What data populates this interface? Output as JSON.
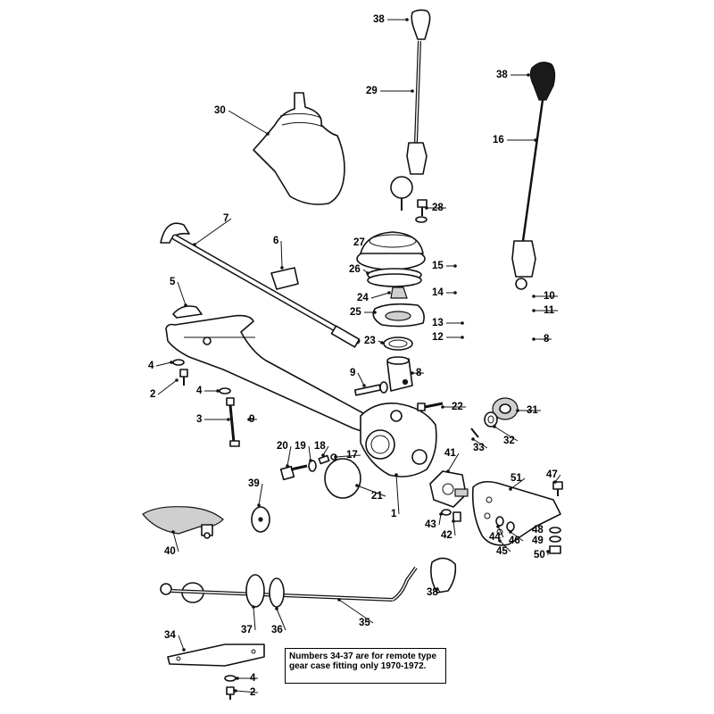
{
  "diagram": {
    "callouts": [
      {
        "id": "c38a",
        "text": "38"
      },
      {
        "id": "c38b",
        "text": "38"
      },
      {
        "id": "c29",
        "text": "29"
      },
      {
        "id": "c16",
        "text": "16"
      },
      {
        "id": "c30",
        "text": "30"
      },
      {
        "id": "c28",
        "text": "28"
      },
      {
        "id": "c7",
        "text": "7"
      },
      {
        "id": "c6",
        "text": "6"
      },
      {
        "id": "c27",
        "text": "27"
      },
      {
        "id": "c15",
        "text": "15"
      },
      {
        "id": "c26",
        "text": "26"
      },
      {
        "id": "c14",
        "text": "14"
      },
      {
        "id": "c10",
        "text": "10"
      },
      {
        "id": "c5",
        "text": "5"
      },
      {
        "id": "c24",
        "text": "24"
      },
      {
        "id": "c11",
        "text": "11"
      },
      {
        "id": "c25",
        "text": "25"
      },
      {
        "id": "c13",
        "text": "13"
      },
      {
        "id": "c12",
        "text": "12"
      },
      {
        "id": "c8a",
        "text": "8"
      },
      {
        "id": "c23",
        "text": "23"
      },
      {
        "id": "c4a",
        "text": "4"
      },
      {
        "id": "c9a",
        "text": "9"
      },
      {
        "id": "c8b",
        "text": "8"
      },
      {
        "id": "c2a",
        "text": "2"
      },
      {
        "id": "c4b",
        "text": "4"
      },
      {
        "id": "c22",
        "text": "22"
      },
      {
        "id": "c31",
        "text": "31"
      },
      {
        "id": "c3",
        "text": "3"
      },
      {
        "id": "c9b",
        "text": "9"
      },
      {
        "id": "c33",
        "text": "33"
      },
      {
        "id": "c32",
        "text": "32"
      },
      {
        "id": "c20",
        "text": "20"
      },
      {
        "id": "c19",
        "text": "19"
      },
      {
        "id": "c18",
        "text": "18"
      },
      {
        "id": "c17",
        "text": "17"
      },
      {
        "id": "c41",
        "text": "41"
      },
      {
        "id": "c51",
        "text": "51"
      },
      {
        "id": "c47",
        "text": "47"
      },
      {
        "id": "c39",
        "text": "39"
      },
      {
        "id": "c21",
        "text": "21"
      },
      {
        "id": "c1",
        "text": "1"
      },
      {
        "id": "c43",
        "text": "43"
      },
      {
        "id": "c42",
        "text": "42"
      },
      {
        "id": "c44",
        "text": "44"
      },
      {
        "id": "c46",
        "text": "46"
      },
      {
        "id": "c48",
        "text": "48"
      },
      {
        "id": "c49",
        "text": "49"
      },
      {
        "id": "c45",
        "text": "45"
      },
      {
        "id": "c50",
        "text": "50"
      },
      {
        "id": "c40",
        "text": "40"
      },
      {
        "id": "c38c",
        "text": "38"
      },
      {
        "id": "c37",
        "text": "37"
      },
      {
        "id": "c36",
        "text": "36"
      },
      {
        "id": "c35",
        "text": "35"
      },
      {
        "id": "c34",
        "text": "34"
      },
      {
        "id": "c4c",
        "text": "4"
      },
      {
        "id": "c2b",
        "text": "2"
      }
    ],
    "note": {
      "lines": [
        "Numbers 34-37 are for remote type",
        "gear case fitting only 1970-1972."
      ]
    }
  }
}
